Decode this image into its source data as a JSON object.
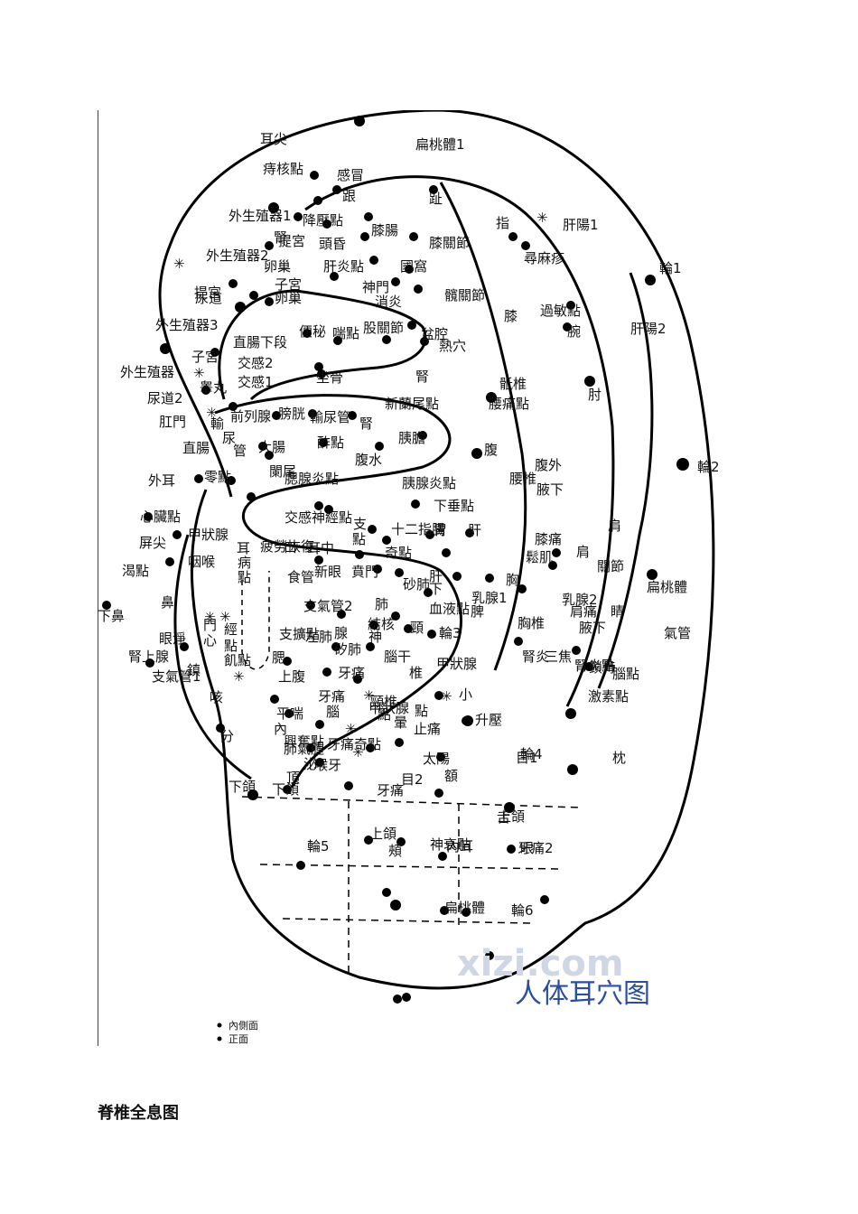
{
  "figure": {
    "caption": "人体耳穴图",
    "watermark": "xizi.com",
    "legend": [
      "內側面",
      "正面"
    ],
    "labels": [
      "耳尖",
      "扁桃體1",
      "痔核點",
      "感冒",
      "跟",
      "趾",
      "指",
      "肝陽1",
      "外生殖器1",
      "降壓點",
      "膝腸",
      "膝關節",
      "腎",
      "外生殖器2",
      "提宮",
      "頭昏",
      "卵巢",
      "肝炎點",
      "國窩",
      "尋麻疹",
      "輪1",
      "提宮",
      "子宮",
      "尿道",
      "卵巢",
      "神門",
      "消炎",
      "髖關節",
      "過敏點",
      "腕",
      "外生殖器3",
      "便秘",
      "喘點",
      "股關節",
      "盆腔",
      "膝",
      "肝陽2",
      "直腸下段",
      "熱穴",
      "子宮",
      "交感2",
      "外生殖器",
      "睾丸",
      "坐骨",
      "腎",
      "交感1",
      "骶椎",
      "尿道2",
      "腰痛點",
      "肘",
      "新蘭尾點",
      "肛門",
      "前列腺",
      "膀胱",
      "輸尿管",
      "腎",
      "輸",
      "尿",
      "酢點",
      "胰膽",
      "直腸",
      "管",
      "大腸",
      "腹水",
      "腹",
      "腰椎",
      "腹外",
      "外耳",
      "零點",
      "闌尾",
      "腮腺炎點",
      "胰腺炎點",
      "輪2",
      "腋下",
      "心臟點",
      "下垂點",
      "肝",
      "甲狀腺",
      "交感神經點",
      "支",
      "十二指腸",
      "胃",
      "肩",
      "屏尖",
      "疲勞恢復",
      "耳",
      "口",
      "耳中",
      "點",
      "奇點",
      "鬆肌",
      "肩",
      "膝痛",
      "關節",
      "渴點",
      "咽喉",
      "病",
      "點",
      "食管",
      "新眼",
      "賁門",
      "砂肺",
      "肝",
      "胸",
      "乳腺1",
      "乳腺2",
      "扁桃體",
      "下鼻",
      "鼻",
      "眼淨",
      "支氣管2",
      "肺",
      "下",
      "血液點",
      "脾",
      "胸椎",
      "肩痛",
      "腋下",
      "睛",
      "門",
      "心",
      "結核",
      "頸",
      "輪3",
      "氣管",
      "支擴點",
      "左肺",
      "神",
      "經",
      "點",
      "飢點",
      "腎上腺",
      "支氣管1",
      "腮",
      "腺",
      "矽肺",
      "腦干",
      "椎",
      "甲狀腺",
      "鎖骨",
      "腎炎",
      "三焦",
      "腦點",
      "上腹",
      "牙痛",
      "鎮",
      "小",
      "牙痛",
      "頸椎",
      "腎炎點",
      "激素點",
      "咳",
      "甲狀腺",
      "平喘",
      "腦",
      "點",
      "暈",
      "點",
      "止痛",
      "升壓",
      "內",
      "興奮點",
      "牙痛奇點",
      "輪4",
      "肺氣腫",
      "分",
      "枕",
      "喉牙",
      "太陽",
      "泌",
      "目1",
      "目2",
      "額",
      "頂",
      "下頜",
      "下頜",
      "牙痛",
      "舌",
      "上頜",
      "上頜",
      "神衰點",
      "頰",
      "內耳",
      "輪5",
      "牙痛2",
      "眼",
      "扁桃體",
      "輪6"
    ]
  },
  "below_title": "脊椎全息图"
}
